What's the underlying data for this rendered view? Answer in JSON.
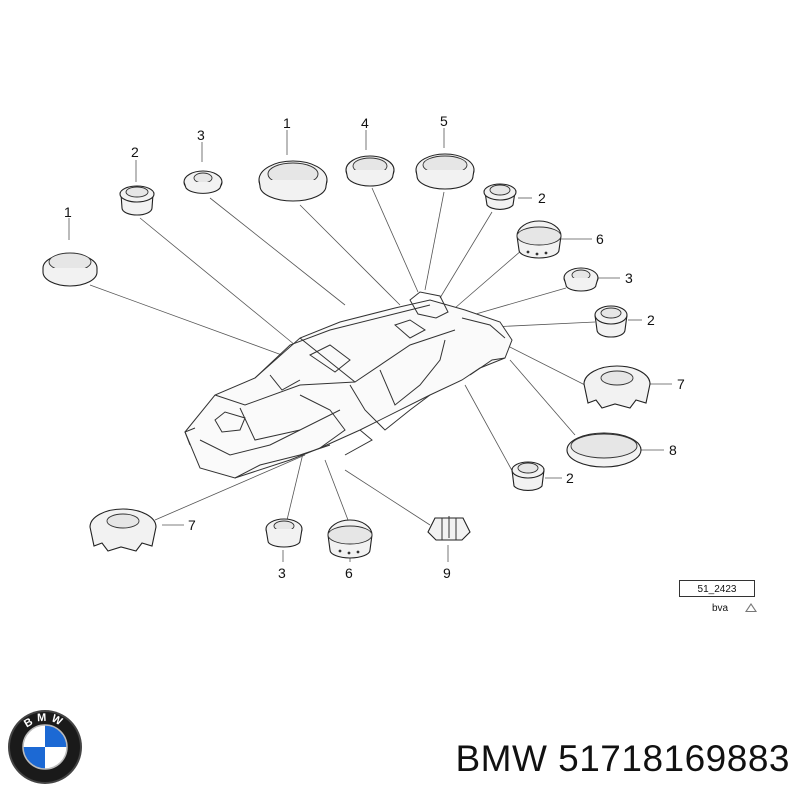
{
  "callouts": [
    "1",
    "2",
    "3",
    "1",
    "4",
    "5",
    "2",
    "6",
    "3",
    "2",
    "7",
    "8",
    "2",
    "7",
    "3",
    "6",
    "9"
  ],
  "reference": {
    "code": "51_2423",
    "sub": "bva"
  },
  "brand": {
    "logo_text": "BMW",
    "part_label": "BMW 51718169883"
  },
  "colors": {
    "line": "#333333",
    "text": "#111111",
    "logo_blue": "#1c69d4"
  }
}
